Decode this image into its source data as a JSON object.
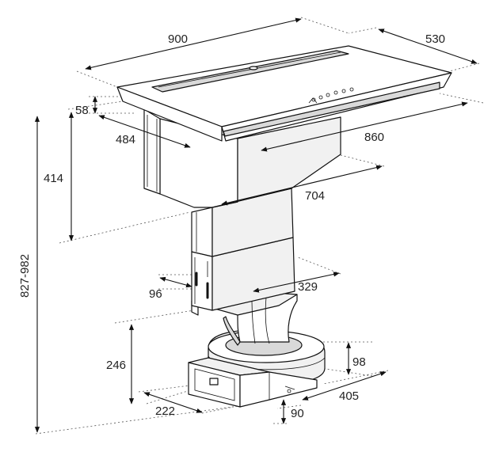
{
  "diagram": {
    "dimensions": {
      "width_total": "900",
      "depth_total": "530",
      "glass_thickness": "58",
      "cutout_depth": "484",
      "cutout_width": "860",
      "upper_height": "414",
      "duct_width": "704",
      "overall_height": "827-982",
      "lower_duct_offset": "96",
      "duct_depth": "329",
      "motor_height": "246",
      "motor_top": "98",
      "motor_width": "405",
      "motor_depth": "222",
      "base_height": "90"
    }
  },
  "colors": {
    "line": "#111111",
    "fill_light": "#f1f1f1",
    "fill_mid": "#d9d9d9"
  }
}
